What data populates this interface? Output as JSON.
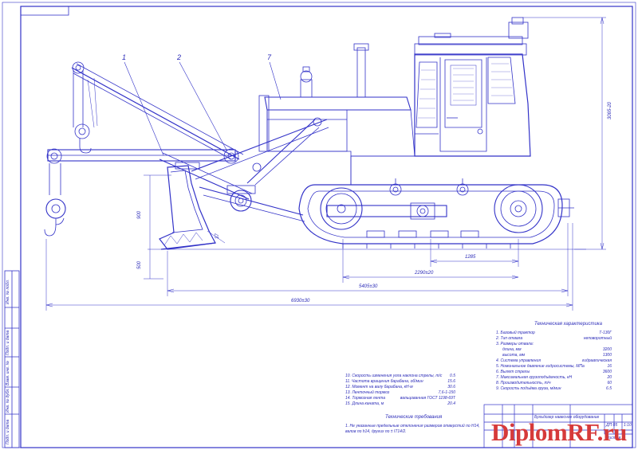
{
  "callouts": [
    "1",
    "2",
    "7"
  ],
  "dimensions": {
    "height_total": "3065-20",
    "boom_900": "900",
    "blade_500": "500",
    "angle_37": "37",
    "length_1285": "1285",
    "length_2290": "2290±20",
    "length_5405": "5405±30",
    "length_6930": "6930±30"
  },
  "tech_specs": {
    "title": "Техническая характеристика",
    "items": [
      {
        "k": "1. Базовый трактор",
        "v": "Т-130Г"
      },
      {
        "k": "2. Тип отвала",
        "v": "неповоротный"
      },
      {
        "k": "3. Размеры отвала:",
        "v": ""
      },
      {
        "k": "длина, мм",
        "v": "3200"
      },
      {
        "k": "высота, мм",
        "v": "1300"
      },
      {
        "k": "4. Система управления",
        "v": "гидравлическая"
      },
      {
        "k": "5. Номинальное давление гидросистемы, МПа",
        "v": "16"
      },
      {
        "k": "6. Вылет стрелы",
        "v": "3600"
      },
      {
        "k": "7. Максимальная грузоподъёмность, кН",
        "v": "20"
      },
      {
        "k": "8. Производительность, т/ч",
        "v": "60"
      },
      {
        "k": "9. Скорость подъёма груза, м/мин",
        "v": "6.5"
      }
    ],
    "items_continued": [
      {
        "k": "10. Скорость изменения угла наклона стрелы, т/с",
        "v": "0.5"
      },
      {
        "k": "11. Частота вращения барабана, об/мин",
        "v": "15.6"
      },
      {
        "k": "12. Момент на валу барабана, кН·м",
        "v": "30.6"
      },
      {
        "k": "13. Ленточный тормоз",
        "v": "7,6-1-150"
      },
      {
        "k": "14. Тормозная лента",
        "v": "вальцованная ГОСТ 1198-69Т"
      },
      {
        "k": "15. Длина каната, м",
        "v": "20.4"
      }
    ],
    "requirements_title": "Технические требования",
    "requirements": [
      "1. Не указанные предельные отклонения размеров отверстий по Н14,",
      "валов по h14, других по ± IT14/2."
    ]
  },
  "title_block": {
    "code": "ДП 05",
    "scale": "1:10",
    "sheet": "Листов 1",
    "name": "Бульдозер навесное оборудование"
  },
  "side_strip": [
    "Инв. № подл.",
    "Подп. и дата",
    "Взам. инв. №",
    "Инв. № дубл.",
    "Подп. и дата"
  ],
  "watermark": "DiplomRF.ru",
  "colors": {
    "ink": "#2b2bb8",
    "frame": "#3b3bd0",
    "watermark": "#d63a3a"
  }
}
